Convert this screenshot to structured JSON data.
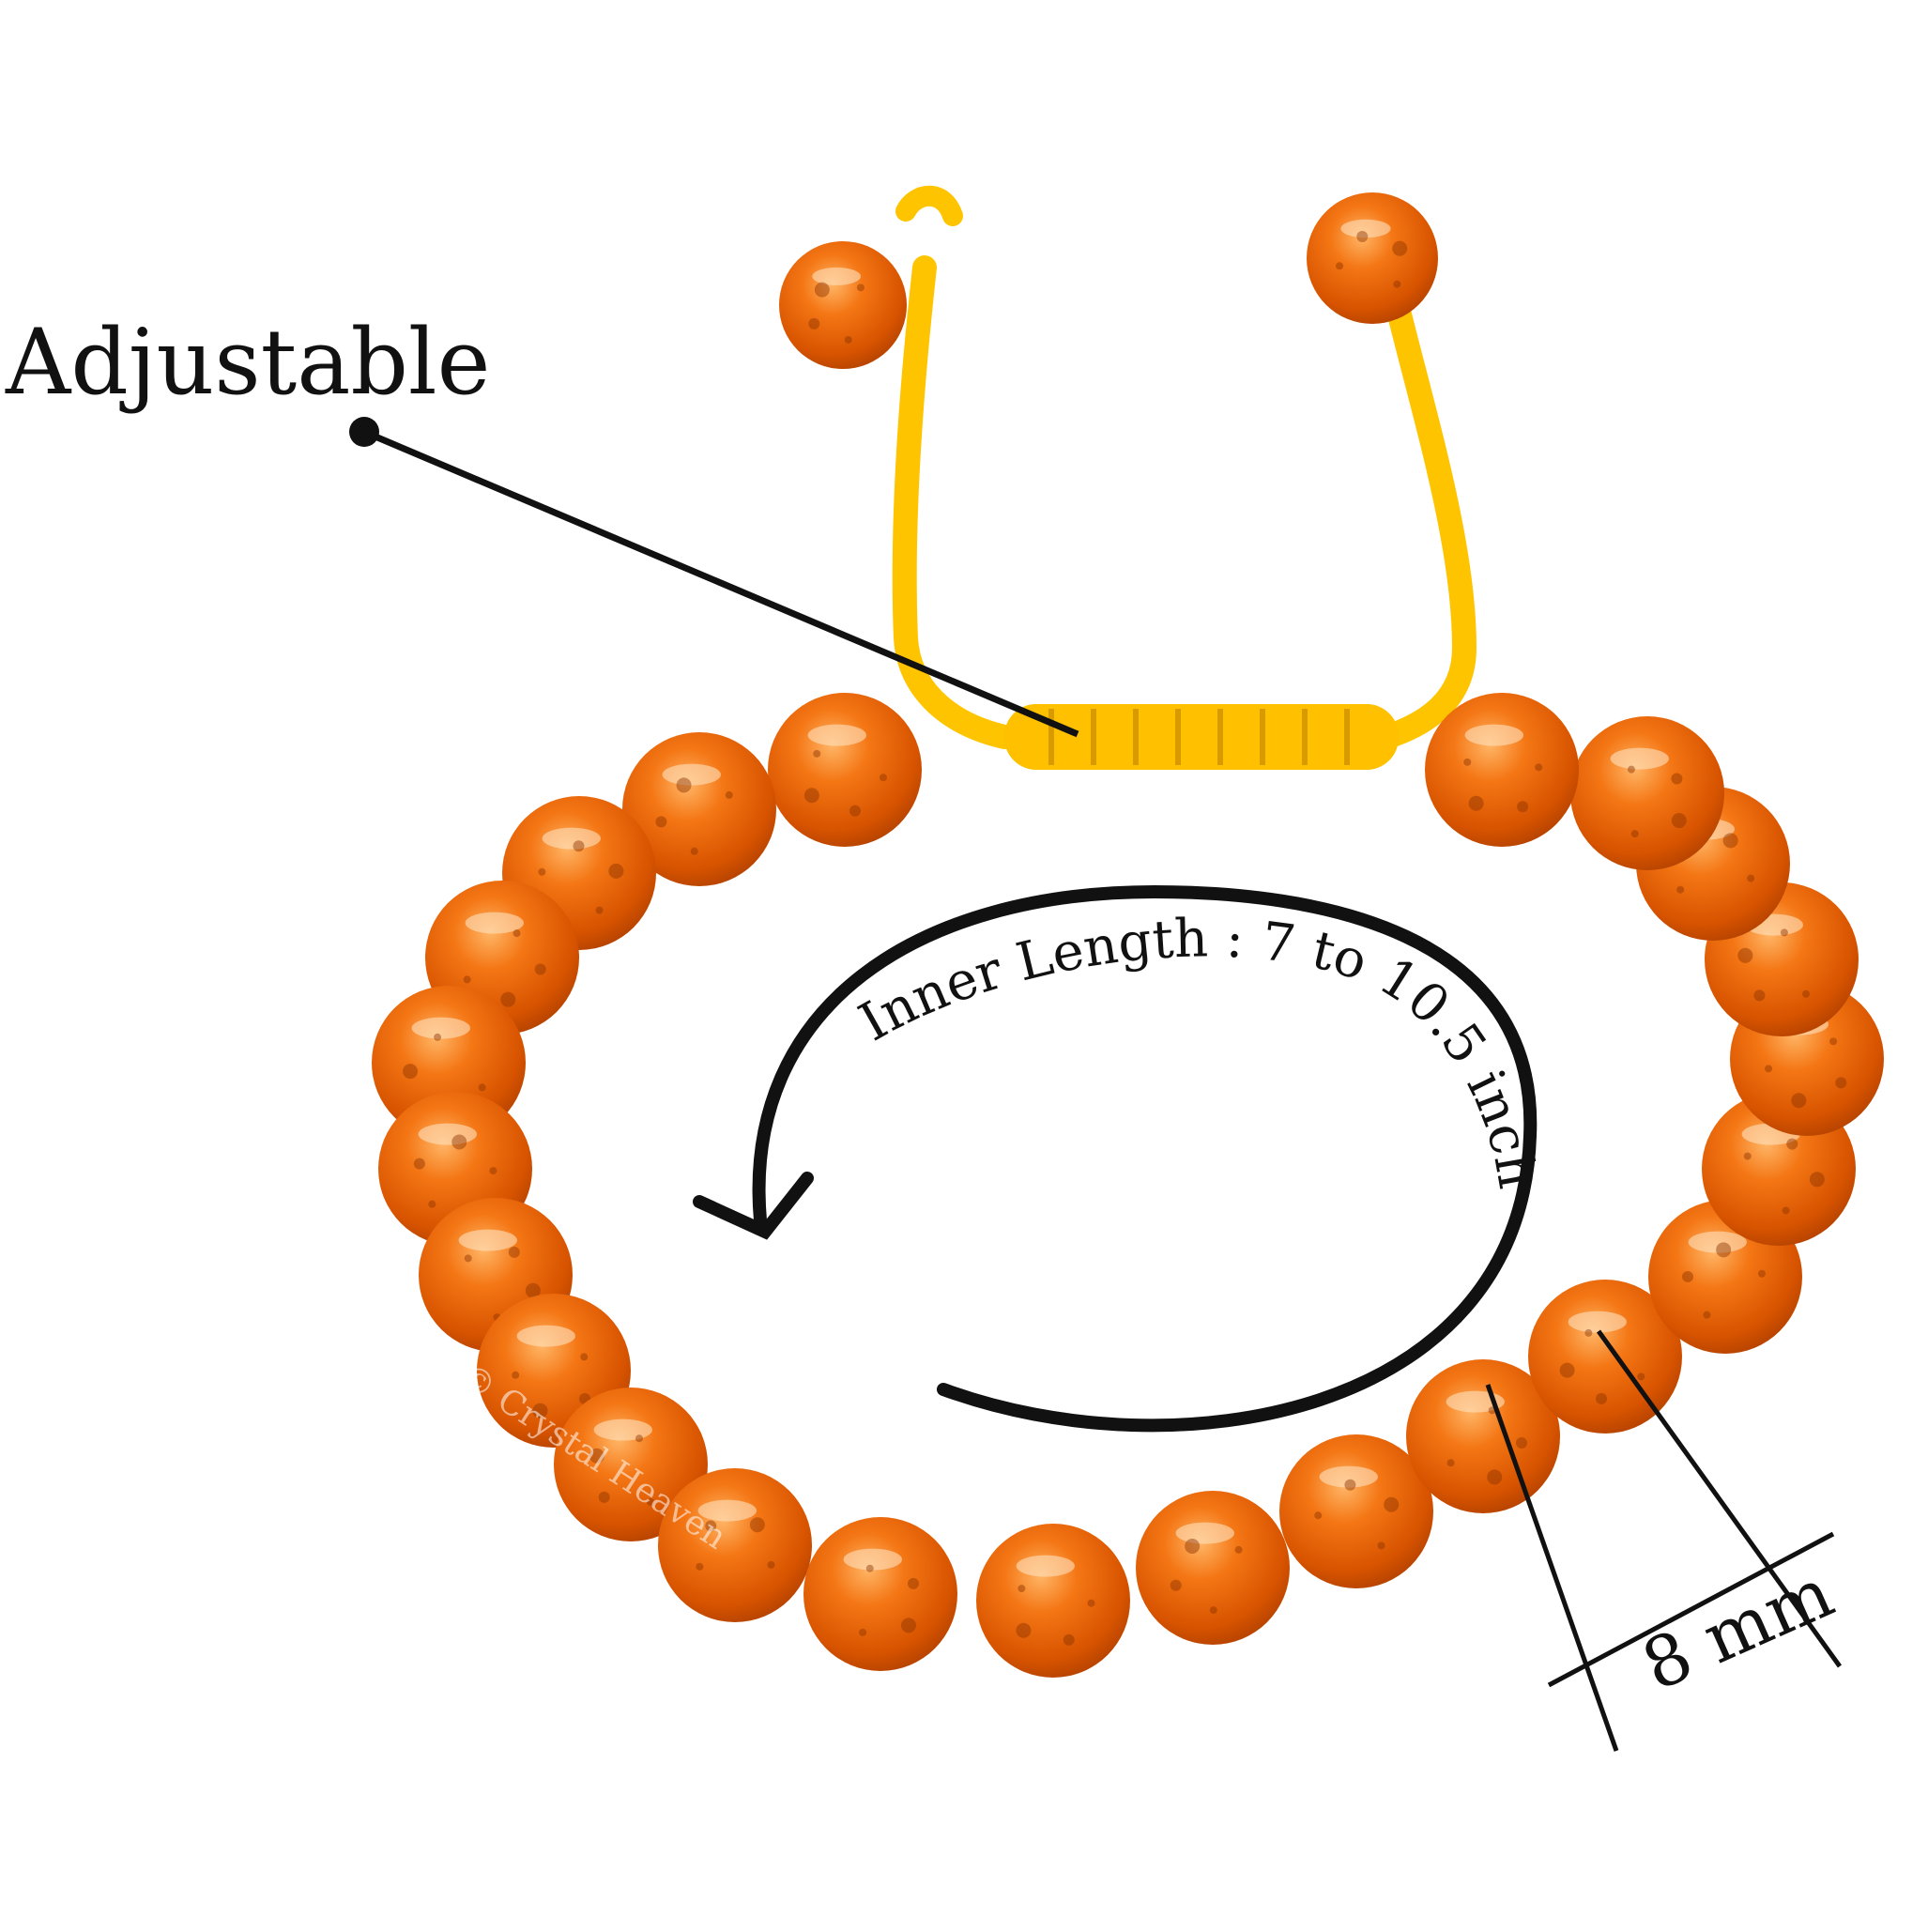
{
  "labels": {
    "adjustable": "Adjustable",
    "inner_length": "Inner Length : 7 to 10.5 inch",
    "bead_size": "8 mm"
  },
  "watermark": "© Crystal Heaven",
  "colors": {
    "bead_dark": "#c94a00",
    "bead_mid": "#f06a10",
    "bead_light": "#ffa24a",
    "cord": "#ffc400",
    "cord_shadow": "#e0a000",
    "annotation": "#111111"
  }
}
